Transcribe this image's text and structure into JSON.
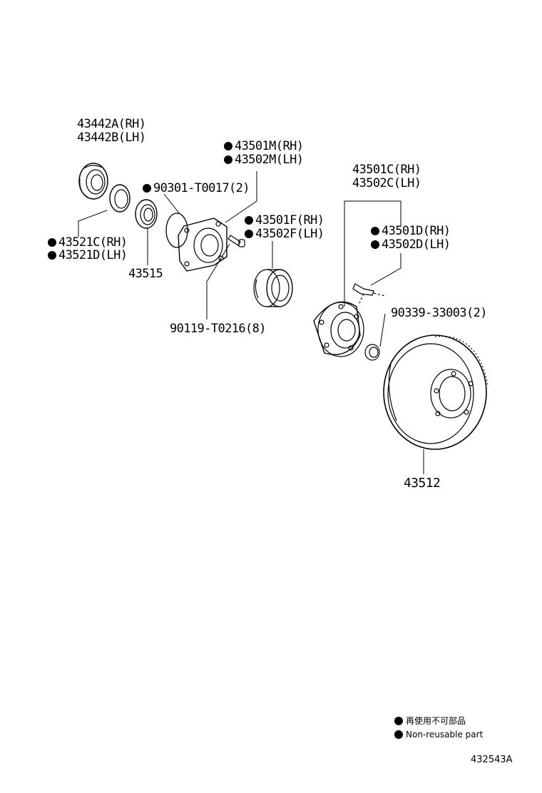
{
  "parts": {
    "p43442A": "43442A(RH)",
    "p43442B": "43442B(LH)",
    "p43521C": "43521C(RH)",
    "p43521D": "43521D(LH)",
    "p43515": "43515",
    "p90301": "90301-T0017(2)",
    "p43501M": "43501M(RH)",
    "p43502M": "43502M(LH)",
    "p90119": "90119-T0216(8)",
    "p43501F": "43501F(RH)",
    "p43502F": "43502F(LH)",
    "p43501C": "43501C(RH)",
    "p43502C": "43502C(LH)",
    "p43501D": "43501D(RH)",
    "p43502D": "43502D(LH)",
    "p90339": "90339-33003(2)",
    "p43512": "43512"
  },
  "legend": {
    "japanese": "再使用不可部品",
    "english": "Non-reusable part"
  },
  "figure_number": "432543A"
}
